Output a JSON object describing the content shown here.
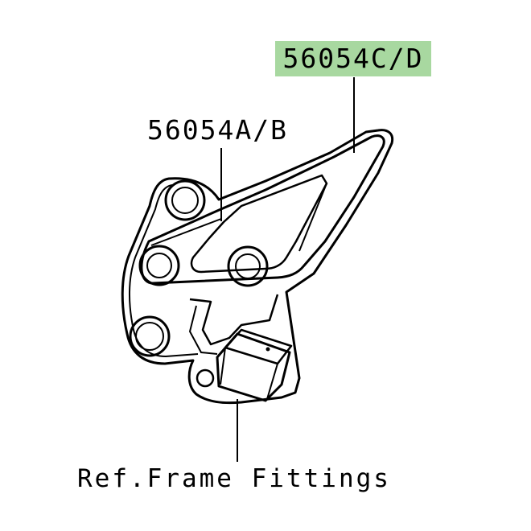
{
  "callouts": {
    "part_cd": {
      "label": "56054C/D",
      "highlight_color": "#a8d8a0"
    },
    "part_ab": {
      "label": "56054A/B"
    },
    "reference": {
      "label": "Ref.Frame Fittings"
    }
  },
  "colors": {
    "line": "#000000",
    "background": "#ffffff"
  }
}
